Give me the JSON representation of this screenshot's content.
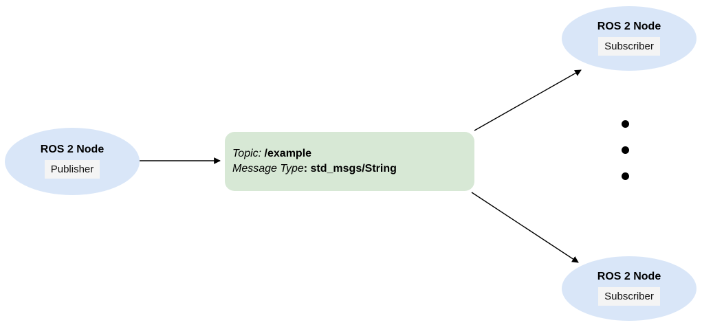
{
  "diagram": {
    "kind": "ros2-publish-subscribe-topology",
    "publisher_node": {
      "title": "ROS 2 Node",
      "role": "Publisher"
    },
    "topic_box": {
      "topic_label": "Topic: ",
      "topic_value": "/example",
      "message_type_label": "Message Type",
      "message_type_value": ": std_msgs/String"
    },
    "subscriber_node_top": {
      "title": "ROS 2 Node",
      "role": "Subscriber"
    },
    "subscriber_node_bottom": {
      "title": "ROS 2 Node",
      "role": "Subscriber"
    },
    "ellipsis_dots_count": 3,
    "colors": {
      "node_fill": "#d9e6f8",
      "topic_fill": "#d7e8d5",
      "role_chip_bg": "#f4f4f4",
      "arrow": "#000000",
      "text": "#000000"
    }
  }
}
